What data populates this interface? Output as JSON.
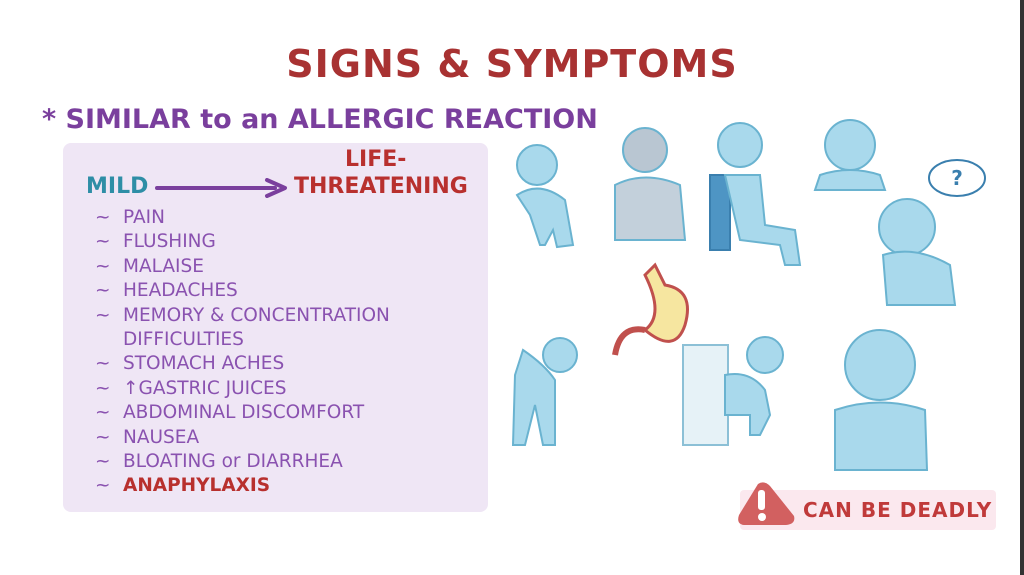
{
  "title": "SIGNS & SYMPTOMS",
  "subtitle": "* SIMILAR to an ALLERGIC REACTION",
  "scale": {
    "start": "MILD",
    "end_line1": "LIFE-",
    "end_line2": "THREATENING"
  },
  "symptoms": [
    {
      "tilde": "~",
      "text": "PAIN"
    },
    {
      "tilde": "~",
      "text": "FLUSHING"
    },
    {
      "tilde": "~",
      "text": "MALAISE"
    },
    {
      "tilde": "~",
      "text": "HEADACHES"
    },
    {
      "tilde": "~",
      "text": "MEMORY & CONCENTRATION"
    },
    {
      "tilde": "",
      "text": "DIFFICULTIES"
    },
    {
      "tilde": "~",
      "text": "STOMACH ACHES"
    },
    {
      "tilde": "~",
      "text": "↑GASTRIC JUICES"
    },
    {
      "tilde": "~",
      "text": "ABDOMINAL DISCOMFORT"
    },
    {
      "tilde": "~",
      "text": "NAUSEA"
    },
    {
      "tilde": "~",
      "text": "BLOATING or DIARRHEA"
    },
    {
      "tilde": "~",
      "text": "ANAPHYLAXIS"
    }
  ],
  "warning": {
    "text": "CAN BE DEADLY",
    "icon": "exclamation-triangle-icon"
  },
  "thought_bubble": "?",
  "colors": {
    "title": "#a83232",
    "subtitle": "#7a3f9d",
    "mild": "#2e8ea6",
    "severe": "#b8302e",
    "figure": "#a9d9ec"
  }
}
